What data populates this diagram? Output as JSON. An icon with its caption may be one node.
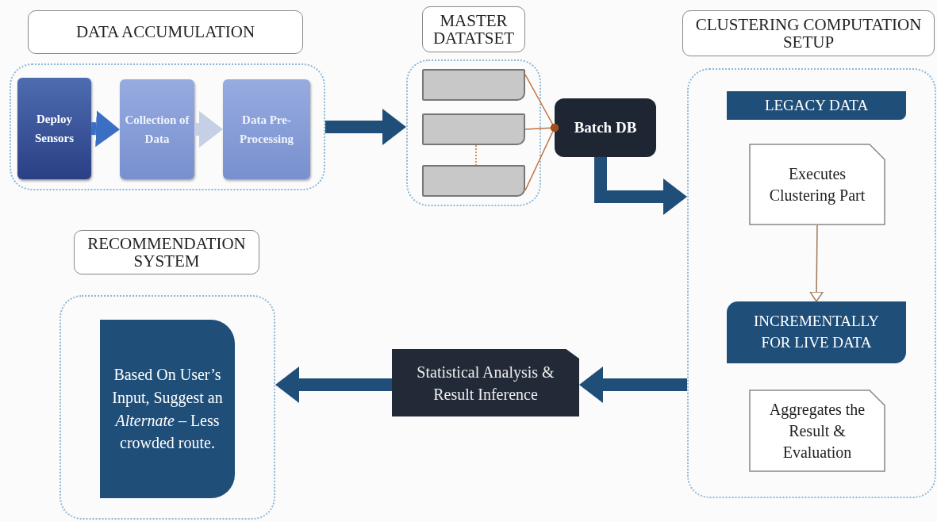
{
  "diagram": {
    "nodes": [
      {
        "text": [
          "DATA ACCUMULATION"
        ]
      },
      {
        "text": [],
        "shape": "box"
      },
      {
        "text": [
          "Deploy Sensors"
        ],
        "in": 1
      },
      {
        "text": [
          "Collection of Data"
        ],
        "in": 1
      },
      {
        "text": [
          "Data Pre-Processing"
        ],
        "in": 1
      },
      {
        "text": [
          "MASTER DATATSET"
        ]
      },
      {
        "text": [],
        "shape": "box"
      },
      {
        "text": [],
        "shape": "bar",
        "in": 6
      },
      {
        "text": [],
        "shape": "bar",
        "in": 6
      },
      {
        "text": [],
        "shape": "bar",
        "in": 6
      },
      {
        "text": [
          "Batch DB"
        ]
      },
      {
        "text": [
          "CLUSTERING COMPUTATION SETUP"
        ]
      },
      {
        "text": [],
        "shape": "box"
      },
      {
        "text": [
          "LEGACY DATA"
        ],
        "in": 12
      },
      {
        "text": [
          "Executes Clustering Part"
        ],
        "in": 12
      },
      {
        "text": [
          "INCREMENTALLY FOR LIVE DATA"
        ],
        "in": 12
      },
      {
        "text": [
          "Aggregates the Result & Evaluation"
        ],
        "in": 12
      },
      {
        "text": [
          "Statistical Analysis & Result Inference"
        ]
      },
      {
        "text": [
          "RECOMMENDATION SYSTEM"
        ]
      },
      {
        "text": [],
        "shape": "box"
      },
      {
        "text": [
          "Based On User’s Input, Suggest an *Alternate* – Less crowded route."
        ],
        "in": 19
      }
    ],
    "edges": [
      {
        "from": 2,
        "to": 3,
        "arrow": "to",
        "color": "#3a6fc4"
      },
      {
        "from": 3,
        "to": 4,
        "arrow": "to",
        "color": "#c5d0e6"
      },
      {
        "from": 1,
        "to": 6,
        "arrow": "to"
      },
      {
        "from": 7,
        "to": 10,
        "arrow": "other",
        "color": "#c0703a"
      },
      {
        "from": 8,
        "to": 10,
        "arrow": "other",
        "color": "#c0703a"
      },
      {
        "from": 9,
        "to": 10,
        "arrow": "other",
        "color": "#c0703a"
      },
      {
        "from": 8,
        "to": 9,
        "arrow": "none",
        "style": "dashed",
        "color": "#c0703a"
      },
      {
        "from": 10,
        "to": 12,
        "arrow": "to"
      },
      {
        "from": 14,
        "to": 15,
        "arrow": "to",
        "color": "#a0785a"
      },
      {
        "from": 12,
        "to": 17,
        "arrow": "to"
      },
      {
        "from": 17,
        "to": 19,
        "arrow": "to"
      }
    ]
  }
}
